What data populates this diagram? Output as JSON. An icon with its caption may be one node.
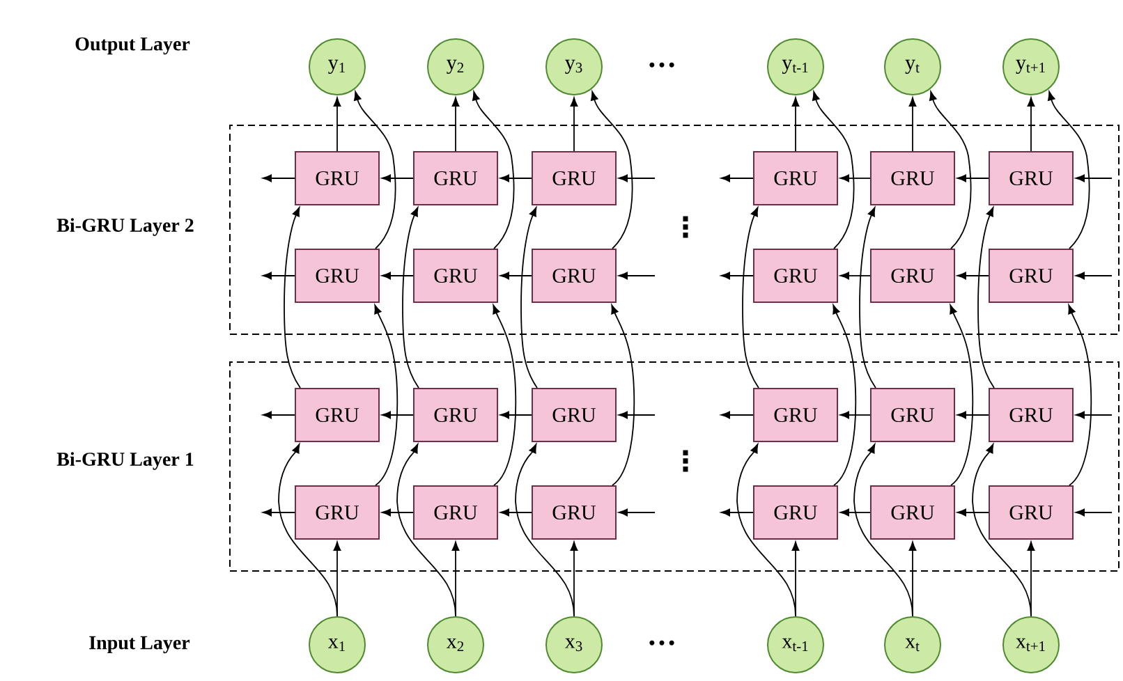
{
  "diagram": {
    "nodes": [
      {
        "text": [
          "y$_{1}$"
        ]
      },
      {
        "text": [
          "y$_{2}$"
        ]
      },
      {
        "text": [
          "y$_{3}$"
        ]
      },
      {
        "text": [
          "y$_{t-1}$"
        ]
      },
      {
        "text": [
          "y$_{t}$"
        ]
      },
      {
        "text": [
          "y$_{t+1}$"
        ]
      },
      {
        "text": [
          "Bi-GRU Layer 2"
        ]
      },
      {
        "text": [
          "GRU"
        ],
        "in": 6
      },
      {
        "text": [
          "GRU"
        ],
        "in": 6
      },
      {
        "text": [
          "GRU"
        ],
        "in": 6
      },
      {
        "text": [
          "GRU"
        ],
        "in": 6
      },
      {
        "text": [
          "GRU"
        ],
        "in": 6
      },
      {
        "text": [
          "GRU"
        ],
        "in": 6
      },
      {
        "text": [
          "GRU"
        ],
        "in": 6
      },
      {
        "text": [
          "GRU"
        ],
        "in": 6
      },
      {
        "text": [
          "GRU"
        ],
        "in": 6
      },
      {
        "text": [
          "GRU"
        ],
        "in": 6
      },
      {
        "text": [
          "GRU"
        ],
        "in": 6
      },
      {
        "text": [
          "GRU"
        ],
        "in": 6
      },
      {
        "text": [
          "Bi-GRU Layer 1"
        ]
      },
      {
        "text": [
          "GRU"
        ],
        "in": 19
      },
      {
        "text": [
          "GRU"
        ],
        "in": 19
      },
      {
        "text": [
          "GRU"
        ],
        "in": 19
      },
      {
        "text": [
          "GRU"
        ],
        "in": 19
      },
      {
        "text": [
          "GRU"
        ],
        "in": 19
      },
      {
        "text": [
          "GRU"
        ],
        "in": 19
      },
      {
        "text": [
          "GRU"
        ],
        "in": 19
      },
      {
        "text": [
          "GRU"
        ],
        "in": 19
      },
      {
        "text": [
          "GRU"
        ],
        "in": 19
      },
      {
        "text": [
          "GRU"
        ],
        "in": 19
      },
      {
        "text": [
          "GRU"
        ],
        "in": 19
      },
      {
        "text": [
          "GRU"
        ],
        "in": 19
      },
      {
        "text": [
          "x$_{1}$"
        ]
      },
      {
        "text": [
          "x$_{2}$"
        ]
      },
      {
        "text": [
          "x$_{3}$"
        ]
      },
      {
        "text": [
          "x$_{t-1}$"
        ]
      },
      {
        "text": [
          "x$_{t}$"
        ]
      },
      {
        "text": [
          "x$_{t+1}$"
        ]
      }
    ],
    "edges": [
      {
        "from": 32,
        "to": 26,
        "arrow": "to"
      },
      {
        "from": 33,
        "to": 27,
        "arrow": "to"
      },
      {
        "from": 34,
        "to": 28,
        "arrow": "to"
      },
      {
        "from": 35,
        "to": 29,
        "arrow": "to"
      },
      {
        "from": 36,
        "to": 30,
        "arrow": "to"
      },
      {
        "from": 37,
        "to": 31,
        "arrow": "to"
      },
      {
        "from": 32,
        "to": 20,
        "arrow": "to"
      },
      {
        "from": 33,
        "to": 21,
        "arrow": "to"
      },
      {
        "from": 34,
        "to": 22,
        "arrow": "to"
      },
      {
        "from": 35,
        "to": 23,
        "arrow": "to"
      },
      {
        "from": 36,
        "to": 24,
        "arrow": "to"
      },
      {
        "from": 37,
        "to": 25,
        "arrow": "to"
      },
      {
        "from": 26,
        "to": 13,
        "arrow": "to"
      },
      {
        "from": 27,
        "to": 14,
        "arrow": "to"
      },
      {
        "from": 28,
        "to": 15,
        "arrow": "to"
      },
      {
        "from": 29,
        "to": 16,
        "arrow": "to"
      },
      {
        "from": 30,
        "to": 17,
        "arrow": "to"
      },
      {
        "from": 31,
        "to": 18,
        "arrow": "to"
      },
      {
        "from": 20,
        "to": 7,
        "arrow": "to"
      },
      {
        "from": 21,
        "to": 8,
        "arrow": "to"
      },
      {
        "from": 22,
        "to": 9,
        "arrow": "to"
      },
      {
        "from": 23,
        "to": 10,
        "arrow": "to"
      },
      {
        "from": 24,
        "to": 11,
        "arrow": "to"
      },
      {
        "from": 25,
        "to": 12,
        "arrow": "to"
      },
      {
        "from": 7,
        "to": 0,
        "arrow": "to"
      },
      {
        "from": 8,
        "to": 1,
        "arrow": "to"
      },
      {
        "from": 9,
        "to": 2,
        "arrow": "to"
      },
      {
        "from": 10,
        "to": 3,
        "arrow": "to"
      },
      {
        "from": 11,
        "to": 4,
        "arrow": "to"
      },
      {
        "from": 12,
        "to": 5,
        "arrow": "to"
      },
      {
        "from": 13,
        "to": 0,
        "arrow": "to"
      },
      {
        "from": 14,
        "to": 1,
        "arrow": "to"
      },
      {
        "from": 15,
        "to": 2,
        "arrow": "to"
      },
      {
        "from": 16,
        "to": 3,
        "arrow": "to"
      },
      {
        "from": 17,
        "to": 4,
        "arrow": "to"
      },
      {
        "from": 18,
        "to": 5,
        "arrow": "to"
      },
      {
        "from": 7,
        "to": null,
        "arrow": "to"
      },
      {
        "from": 8,
        "to": 7,
        "arrow": "to"
      },
      {
        "from": 9,
        "to": 8,
        "arrow": "to"
      },
      {
        "from": null,
        "to": 9,
        "arrow": "to"
      },
      {
        "from": 10,
        "to": null,
        "arrow": "to"
      },
      {
        "from": 11,
        "to": 10,
        "arrow": "to"
      },
      {
        "from": 12,
        "to": 11,
        "arrow": "to"
      },
      {
        "from": null,
        "to": 12,
        "arrow": "to"
      },
      {
        "from": 13,
        "to": null,
        "arrow": "to"
      },
      {
        "from": 14,
        "to": 13,
        "arrow": "to"
      },
      {
        "from": 15,
        "to": 14,
        "arrow": "to"
      },
      {
        "from": null,
        "to": 15,
        "arrow": "to"
      },
      {
        "from": 16,
        "to": null,
        "arrow": "to"
      },
      {
        "from": 17,
        "to": 16,
        "arrow": "to"
      },
      {
        "from": 18,
        "to": 17,
        "arrow": "to"
      },
      {
        "from": null,
        "to": 18,
        "arrow": "to"
      },
      {
        "from": 20,
        "to": null,
        "arrow": "to"
      },
      {
        "from": 21,
        "to": 20,
        "arrow": "to"
      },
      {
        "from": 22,
        "to": 21,
        "arrow": "to"
      },
      {
        "from": null,
        "to": 22,
        "arrow": "to"
      },
      {
        "from": 23,
        "to": null,
        "arrow": "to"
      },
      {
        "from": 24,
        "to": 23,
        "arrow": "to"
      },
      {
        "from": 25,
        "to": 24,
        "arrow": "to"
      },
      {
        "from": null,
        "to": 25,
        "arrow": "to"
      },
      {
        "from": 26,
        "to": null,
        "arrow": "to"
      },
      {
        "from": 27,
        "to": 26,
        "arrow": "to"
      },
      {
        "from": 28,
        "to": 27,
        "arrow": "to"
      },
      {
        "from": null,
        "to": 28,
        "arrow": "to"
      },
      {
        "from": 29,
        "to": null,
        "arrow": "to"
      },
      {
        "from": 30,
        "to": 29,
        "arrow": "to"
      },
      {
        "from": 31,
        "to": 30,
        "arrow": "to"
      },
      {
        "from": null,
        "to": 31,
        "arrow": "to"
      }
    ],
    "labels": [
      "Output Layer",
      "•••",
      "⋮",
      "⋮",
      "Input Layer",
      "•••"
    ]
  }
}
